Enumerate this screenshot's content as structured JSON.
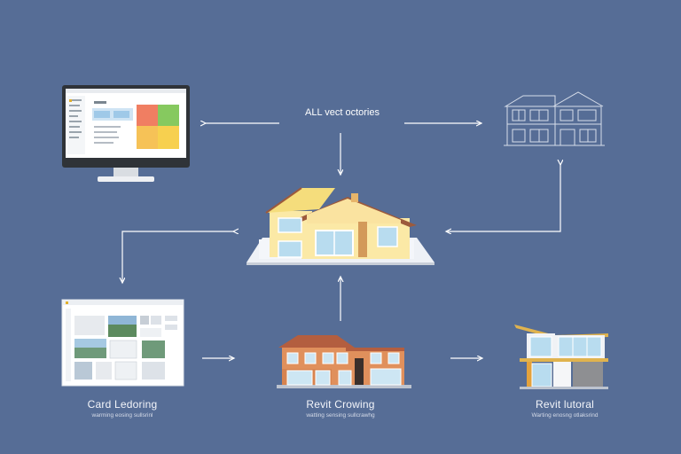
{
  "top_label": "ALL vect octories",
  "nodes": {
    "computer": {
      "icon": "desktop-monitor-icon"
    },
    "blueprint": {
      "icon": "wireframe-house-icon"
    },
    "central_house": {
      "icon": "house-model-icon"
    },
    "gallery": {
      "icon": "image-gallery-window-icon"
    },
    "brick_house": {
      "icon": "brick-house-icon"
    },
    "modern_house": {
      "icon": "modern-house-icon"
    }
  },
  "captions": {
    "left": {
      "title": "Card Ledoring",
      "subtitle": "warming eosing sullsrinl"
    },
    "middle": {
      "title": "Revit Crowing",
      "subtitle": "watting sensing sullcrawhg"
    },
    "right": {
      "title": "Revit lutoral",
      "subtitle": "Warting enosng otlaksrind"
    }
  },
  "colors": {
    "background": "#566d96",
    "arrow": "#ffffff",
    "caption_text": "#f3f5fa",
    "house_wall": "#fbe9a6",
    "roof": "#9c5a3c",
    "brick": "#e0905c",
    "window": "#b8dcef"
  }
}
